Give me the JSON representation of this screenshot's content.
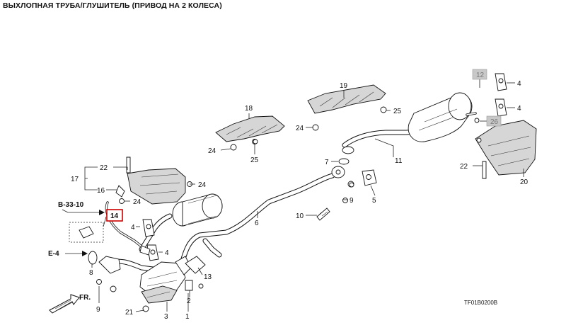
{
  "title": "ВЫХЛОПНАЯ ТРУБА/ГЛУШИТЕЛЬ (ПРИВОД НА 2 КОЛЕСА)",
  "image_code": "TF01B0200B",
  "direction_label": "FR.",
  "refs": {
    "b3310": "B-33-10",
    "e4": "E-4"
  },
  "callouts": {
    "c1": "1",
    "c2": "2",
    "c3": "3",
    "c4a": "4",
    "c4b": "4",
    "c4c": "4",
    "c5": "5",
    "c6": "6",
    "c7": "7",
    "c8": "8",
    "c9a": "9",
    "c9b": "9",
    "c10": "10",
    "c11": "11",
    "c12": "12",
    "c13": "13",
    "c14": "14",
    "c16": "16",
    "c17": "17",
    "c18": "18",
    "c19": "19",
    "c20": "20",
    "c21": "21",
    "c22a": "22",
    "c22b": "22",
    "c24a": "24",
    "c24b": "24",
    "c24c": "24",
    "c24d": "24",
    "c25a": "25",
    "c25b": "25",
    "c26": "26"
  },
  "colors": {
    "highlight": "#cc0000",
    "grey_box": "#c8c8c8",
    "line": "#111111"
  }
}
